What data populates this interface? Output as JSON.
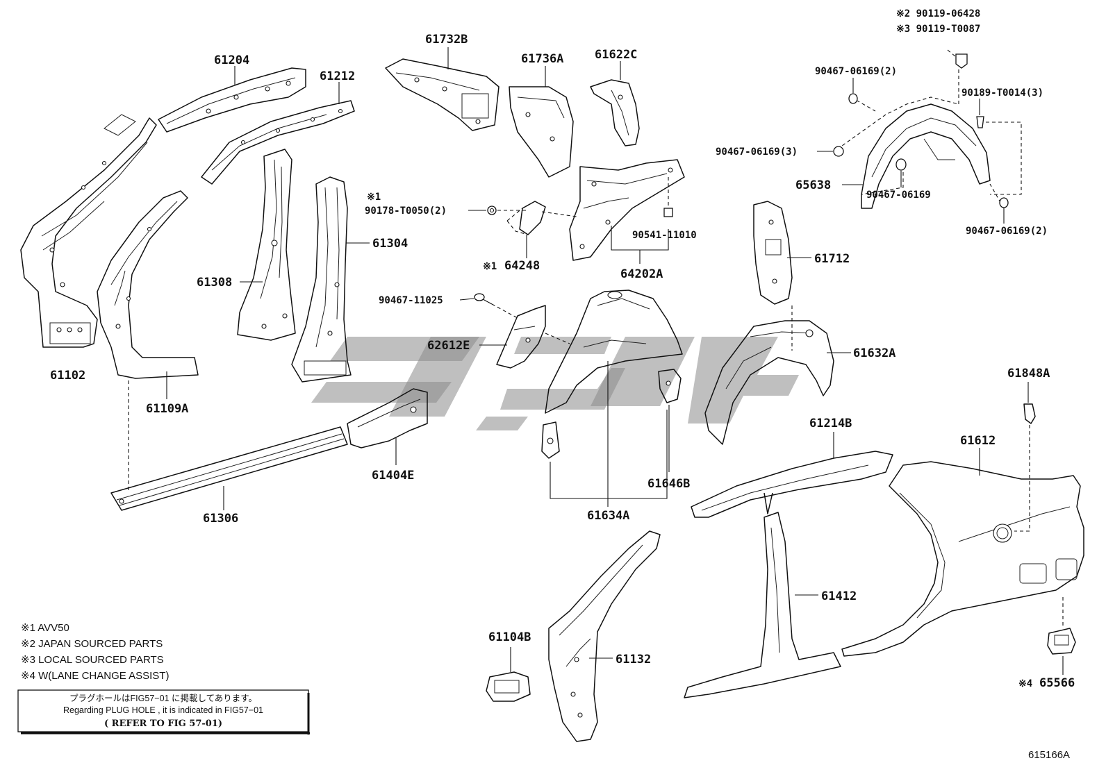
{
  "diagram": {
    "figure_id": "615166A",
    "parts": {
      "p61204": "61204",
      "p61212": "61212",
      "p61732B": "61732B",
      "p61736A": "61736A",
      "p61622C": "61622C",
      "p61102": "61102",
      "p61109A": "61109A",
      "p61308": "61308",
      "p61304": "61304",
      "p61306": "61306",
      "p61404E": "61404E",
      "p90178": "90178-T0050(2)",
      "p90178_mark": "※1",
      "p64248": "64248",
      "p64248_mark": "※1",
      "p64202A": "64202A",
      "p90541": "90541-11010",
      "p90467_11025": "90467-11025",
      "p62612E": "62612E",
      "p61634A": "61634A",
      "p61646B": "61646B",
      "p61712": "61712",
      "p61632A": "61632A",
      "p65638": "65638",
      "p90119_j": "※2 90119-06428",
      "p90119_l": "※3 90119-T0087",
      "p90467_a": "90467-06169(2)",
      "p90189": "90189-T0014(3)",
      "p90467_b": "90467-06169(3)",
      "p90467_c": "90467-06169",
      "p90467_d": "90467-06169(2)",
      "p61848A": "61848A",
      "p61214B": "61214B",
      "p61612": "61612",
      "p61412": "61412",
      "p61132": "61132",
      "p61104B": "61104B",
      "p65566": "65566",
      "p65566_mark": "※4"
    },
    "notes": [
      "※1 AVV50",
      "※2 JAPAN SOURCED PARTS",
      "※3 LOCAL SOURCED PARTS",
      "※4 W(LANE CHANGE ASSIST)"
    ],
    "reference_box": {
      "jp": "プラグホールはFIG57−01 に掲載してあります。",
      "en": "Regarding PLUG HOLE , it is indicated in FIG57−01",
      "refer": "( REFER TO FIG 57-01)"
    }
  }
}
